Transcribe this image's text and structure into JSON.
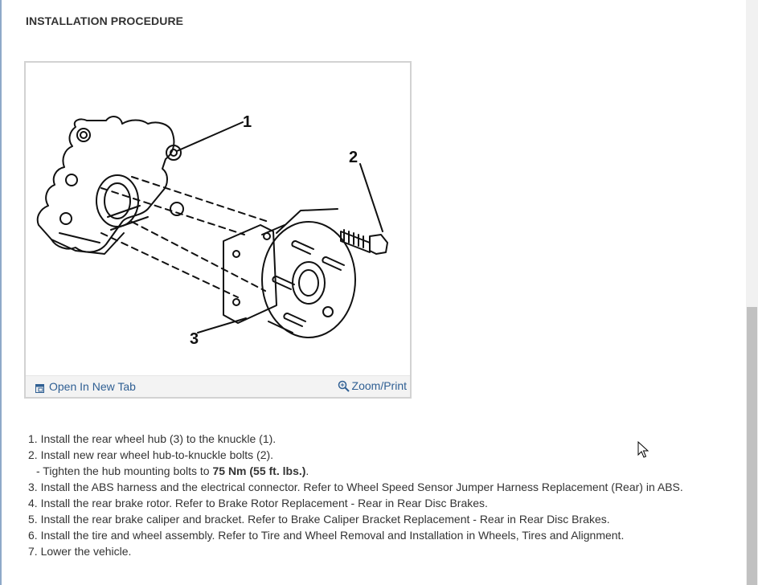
{
  "section": {
    "title": "INSTALLATION PROCEDURE"
  },
  "figure": {
    "callouts": [
      "1",
      "2",
      "3"
    ],
    "open_tab_label": "Open In New Tab",
    "zoom_label": "Zoom/Print"
  },
  "steps": [
    {
      "text": "1. Install the rear wheel hub (3) to the knuckle (1)."
    },
    {
      "text": "2. Install new rear wheel hub-to-knuckle bolts (2)."
    },
    {
      "prefix": "- Tighten the hub mounting bolts to ",
      "bold": "75 Nm (55 ft. lbs.)",
      "suffix": "."
    },
    {
      "text": "3. Install the ABS harness and the electrical connector. Refer to Wheel Speed Sensor Jumper Harness Replacement (Rear) in ABS."
    },
    {
      "text": "4. Install the rear brake rotor. Refer to Brake Rotor Replacement - Rear in Rear Disc Brakes."
    },
    {
      "text": "5. Install the rear brake caliper and bracket. Refer to Brake Caliper Bracket Replacement - Rear in Rear Disc Brakes."
    },
    {
      "text": "6. Install the tire and wheel assembly. Refer to Tire and Wheel Removal and Installation in Wheels, Tires and Alignment."
    },
    {
      "text": "7. Lower the vehicle."
    }
  ],
  "icons": {
    "open_tab": "open-in-new-tab-icon",
    "zoom": "magnifier-icon",
    "cursor": "mouse-pointer-icon"
  },
  "colors": {
    "link": "#2f5f93",
    "text": "#333333",
    "frame_border": "#d2d2d2",
    "toolbar_bg": "#f3f3f3"
  }
}
